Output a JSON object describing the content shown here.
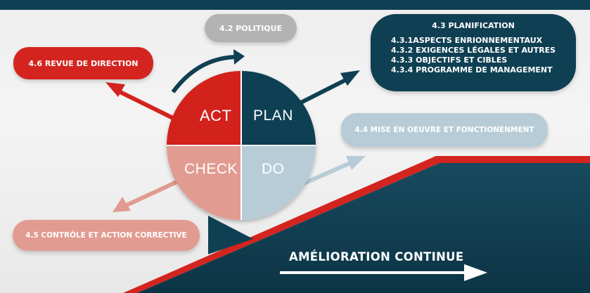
{
  "colors": {
    "dark_teal": "#0f3f52",
    "red": "#d3241f",
    "salmon": "#e19b91",
    "light_blue": "#b7ccd7",
    "gray": "#b3b3b3"
  },
  "cycle": {
    "act": "ACT",
    "plan": "PLAN",
    "check": "CHECK",
    "do": "DO"
  },
  "boxes": {
    "politique": "4.2 POLITIQUE",
    "revue": "4.6 REVUE DE DIRECTION",
    "planification": {
      "title": "4.3 PLANIFICATION",
      "items": [
        "4.3.1ASPECTS ENRIONNEMENTAUX",
        "4.3.2 EXIGENCES LÉGALES ET AUTRES",
        "4.3.3 OBJECTIFS ET CIBLES",
        "4.3.4 PROGRAMME DE MANAGEMENT"
      ]
    },
    "mise_en_oeuvre": "4.4 MISE EN OEUVRE ET FONCTIONENMENT",
    "controle": "4.5 CONTRÔLE ET ACTION CORRECTIVE"
  },
  "improvement": {
    "label": "AMÉLIORATION CONTINUE"
  },
  "icons": [
    "curved-arrow-icon",
    "arrow-right-icon",
    "wedge-icon"
  ]
}
